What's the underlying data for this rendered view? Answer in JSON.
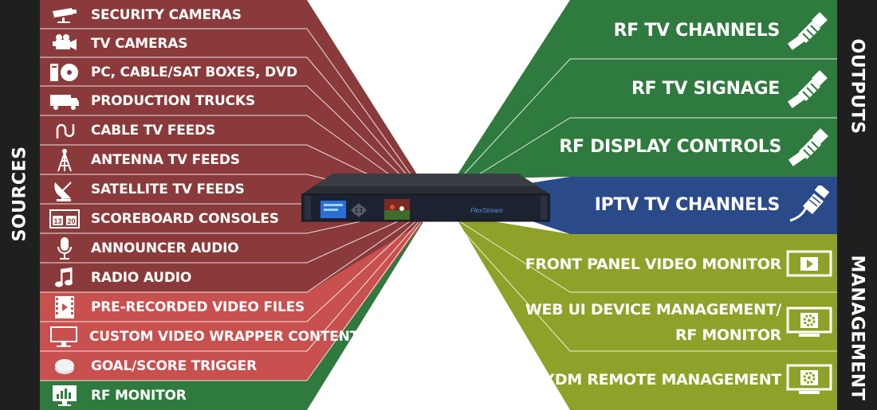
{
  "colors": {
    "source_dark": "#8a3a3a",
    "source_light": "#c8504e",
    "source_green": "#2f7a3e",
    "rf_green": "#2f7a3e",
    "iptv_blue": "#2b4a8a",
    "mgmt_olive": "#8fa128",
    "side_bar": "#1f1f1f",
    "device_face": "#1c2230"
  },
  "left_bar": {
    "label": "SOURCES"
  },
  "right_bar": {
    "outputs_label": "OUTPUTS",
    "management_label": "MANAGEMENT"
  },
  "sources": [
    {
      "label": "SECURITY CAMERAS",
      "icon": "security-camera-icon"
    },
    {
      "label": "TV CAMERAS",
      "icon": "tv-camera-icon"
    },
    {
      "label": "PC, CABLE/SAT BOXES, DVD",
      "icon": "pc-dvd-icon"
    },
    {
      "label": "PRODUCTION TRUCKS",
      "icon": "production-truck-icon"
    },
    {
      "label": "CABLE TV FEEDS",
      "icon": "cable-icon"
    },
    {
      "label": "ANTENNA TV FEEDS",
      "icon": "antenna-icon"
    },
    {
      "label": "SATELLITE TV FEEDS",
      "icon": "satellite-dish-icon"
    },
    {
      "label": "SCOREBOARD CONSOLES",
      "icon": "scoreboard-icon"
    },
    {
      "label": "ANNOUNCER AUDIO",
      "icon": "microphone-icon"
    },
    {
      "label": "RADIO AUDIO",
      "icon": "music-note-icon"
    },
    {
      "label": "PRE-RECORDED VIDEO FILES",
      "icon": "video-file-icon"
    },
    {
      "label": "CUSTOM VIDEO WRAPPER CONTENT",
      "icon": "monitor-icon"
    },
    {
      "label": "GOAL/SCORE TRIGGER",
      "icon": "trigger-button-icon"
    },
    {
      "label": "RF MONITOR",
      "icon": "rf-monitor-icon"
    }
  ],
  "outputs": [
    {
      "label": "RF TV CHANNELS",
      "icon": "coax-connector-icon"
    },
    {
      "label": "RF TV SIGNAGE",
      "icon": "coax-connector-icon"
    },
    {
      "label": "RF DISPLAY CONTROLS",
      "icon": "coax-connector-icon"
    },
    {
      "label": "IPTV TV CHANNELS",
      "icon": "ethernet-connector-icon"
    }
  ],
  "management": [
    {
      "line1": "FRONT PANEL VIDEO MONITOR",
      "line2": "",
      "icon": "play-screen-icon"
    },
    {
      "line1": "WEB UI DEVICE MANAGEMENT/",
      "line2": "RF MONITOR",
      "icon": "gear-screen-icon"
    },
    {
      "line1": "FLEXDM REMOTE MANAGEMENT",
      "line2": "",
      "icon": "gear-screen-icon"
    }
  ],
  "device": {
    "brand": "FlexStream"
  }
}
